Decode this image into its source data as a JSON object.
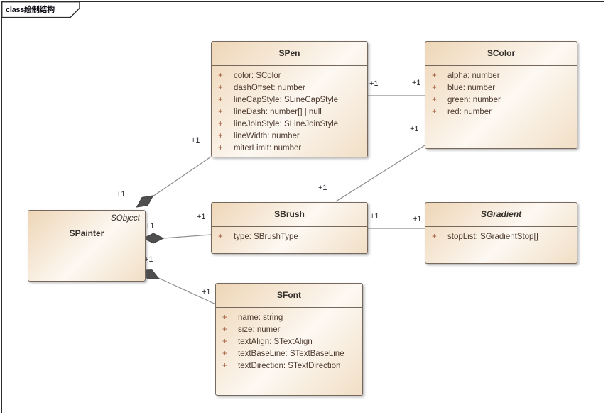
{
  "frame": {
    "label": "class绘制结构"
  },
  "diagram": {
    "classes": {
      "spainter": {
        "name": "SPainter",
        "annotation": "SObject"
      },
      "spen": {
        "name": "SPen",
        "attributes": [
          {
            "visibility": "+",
            "text": "color: SColor"
          },
          {
            "visibility": "+",
            "text": "dashOffset: number"
          },
          {
            "visibility": "+",
            "text": "lineCapStyle: SLineCapStyle"
          },
          {
            "visibility": "+",
            "text": "lineDash: number[] | null"
          },
          {
            "visibility": "+",
            "text": "lineJoinStyle: SLineJoinStyle"
          },
          {
            "visibility": "+",
            "text": "lineWidth: number"
          },
          {
            "visibility": "+",
            "text": "miterLimit: number"
          }
        ]
      },
      "scolor": {
        "name": "SColor",
        "attributes": [
          {
            "visibility": "+",
            "text": "alpha: number"
          },
          {
            "visibility": "+",
            "text": "blue: number"
          },
          {
            "visibility": "+",
            "text": "green: number"
          },
          {
            "visibility": "+",
            "text": "red: number"
          }
        ]
      },
      "sbrush": {
        "name": "SBrush",
        "attributes": [
          {
            "visibility": "+",
            "text": "type: SBrushType"
          }
        ]
      },
      "sgradient": {
        "name": "SGradient",
        "italic": true,
        "attributes": [
          {
            "visibility": "+",
            "text": "stopList: SGradientStop[]"
          }
        ]
      },
      "sfont": {
        "name": "SFont",
        "attributes": [
          {
            "visibility": "+",
            "text": "name: string"
          },
          {
            "visibility": "+",
            "text": "size: numer"
          },
          {
            "visibility": "+",
            "text": "textAlign: STextAlign"
          },
          {
            "visibility": "+",
            "text": "textBaseLine: STextBaseLine"
          },
          {
            "visibility": "+",
            "text": "textDirection: STextDirection"
          }
        ]
      }
    },
    "connectors": [
      {
        "id": "painter-pen",
        "type": "composition",
        "from": "SPainter",
        "to": "SPen",
        "fromLabel": "+1",
        "toLabel": "+1"
      },
      {
        "id": "painter-brush",
        "type": "composition",
        "from": "SPainter",
        "to": "SBrush",
        "fromLabel": "+1",
        "toLabel": "+1"
      },
      {
        "id": "painter-font",
        "type": "composition",
        "from": "SPainter",
        "to": "SFont",
        "fromLabel": "+1",
        "toLabel": "+1"
      },
      {
        "id": "pen-color",
        "type": "association",
        "from": "SPen",
        "to": "SColor",
        "fromLabel": "+1",
        "toLabel": "+1"
      },
      {
        "id": "brush-color",
        "type": "association",
        "from": "SBrush",
        "to": "SColor",
        "fromLabel": "+1",
        "toLabel": "+1"
      },
      {
        "id": "brush-gradient",
        "type": "association",
        "from": "SBrush",
        "to": "SGradient",
        "fromLabel": "+1",
        "toLabel": "+1"
      }
    ],
    "colors": {
      "boxFillTop": "#eed6b7",
      "boxFillMid": "#fdf8f2",
      "boxFillBottom": "#f1dfc6",
      "boxBorder": "#75685c",
      "connectorLine": "#8c8c8c",
      "compositionDiamond": "#4f4f4f",
      "attributeVisibility": "#a0593a",
      "attributeText": "#4e3b30"
    }
  }
}
